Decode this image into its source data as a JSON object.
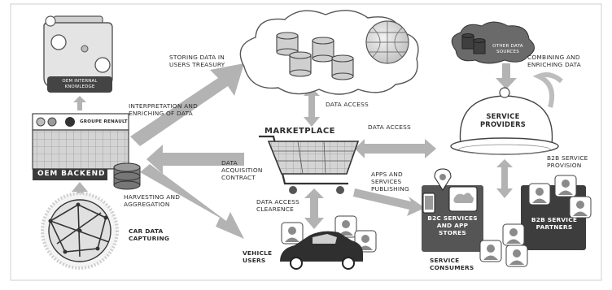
{
  "diagram": {
    "nodes": {
      "oem_internal_knowledge": "OEM INTERNAL KNOWLEDGE",
      "oem_backend": "OEM BACKEND",
      "brand_1": "GROUPE RENAULT",
      "marketplace": "MARKETPLACE",
      "service_providers": "SERVICE PROVIDERS",
      "other_data_sources": "OTHER DATA SOURCES",
      "b2c": "B2C SERVICES AND APP STORES",
      "b2b": "B2B SERVICE PARTNERS",
      "vehicle_users": "VEHICLE USERS",
      "service_consumers": "SERVICE CONSUMERS",
      "car_data_capturing": "CAR DATA CAPTURING"
    },
    "edges": {
      "storing": "STORING DATA IN USERS TREASURY",
      "interpretation": "INTERPRETATION AND ENRICHING OF DATA",
      "data_access_top": "DATA ACCESS",
      "data_access_mid": "DATA ACCESS",
      "combining": "COMBINING AND ENRICHING DATA",
      "acquisition": "DATA ACQUISITION CONTRACT",
      "harvesting": "HARVESTING AND AGGREGATION",
      "clearence": "DATA ACCESS CLEARENCE",
      "apps_publishing": "APPS AND SERVICES PUBLISHING",
      "b2b_provision": "B2B SERVICE PROVISION"
    }
  },
  "colors": {
    "arrow": "#b3b3b3",
    "dark_panel": "#555555",
    "backend": "#c9c9c9"
  }
}
